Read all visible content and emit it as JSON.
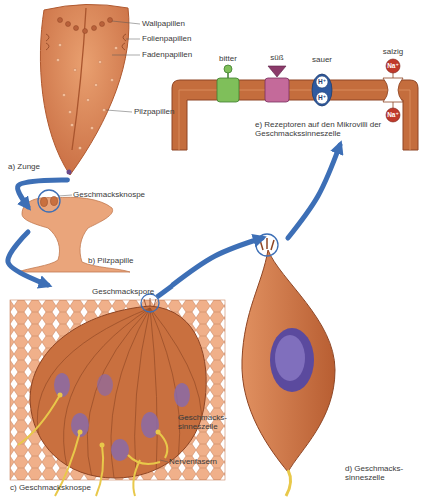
{
  "diagram": {
    "nodes": [
      {
        "text": [
          "a) Zunge"
        ]
      },
      {
        "text": [
          "b) Pilzpapille"
        ]
      },
      {
        "text": [
          "c) Geschmacksknospe"
        ]
      },
      {
        "text": [
          "d) Geschmacks- sinneszelle"
        ]
      },
      {
        "text": [
          "e) Rezeptoren auf den Mikrovilli der Geschmackssinneszelle"
        ]
      }
    ],
    "edges": [
      {
        "from": 0,
        "to": 1,
        "arrow": "to"
      },
      {
        "from": 1,
        "to": 2,
        "arrow": "to"
      },
      {
        "from": 2,
        "to": 3,
        "arrow": "to"
      },
      {
        "from": 3,
        "to": 4,
        "arrow": "to"
      }
    ],
    "labels": [
      "Wallpapillen",
      "Folienpapillen",
      "Fadenpapillen",
      "Pilzpapillen",
      "Geschmacksknospe",
      "Geschmackspore",
      "Geschmacks- sinneszelle",
      "Nervenfasern",
      "bitter",
      "süß",
      "sauer",
      "salzig",
      "H⁺",
      "H⁺",
      "Na⁺",
      "Na⁺"
    ]
  }
}
